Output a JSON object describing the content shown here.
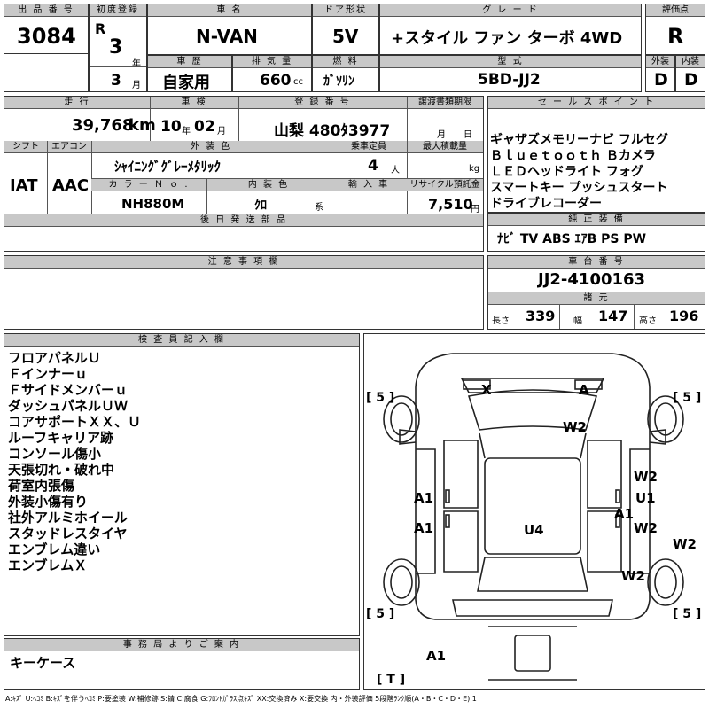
{
  "headers": {
    "lot_no": "出 品 番 号",
    "first_reg": "初度登録",
    "model_name": "車 名",
    "door_type": "ドア形状",
    "grade": "グ レ ー ド",
    "score": "評価点",
    "history": "車 歴",
    "displacement": "排 気 量",
    "fuel": "燃 料",
    "model_code": "型 式",
    "exterior": "外装",
    "interior": "内装",
    "mileage": "走 行",
    "inspection": "車 検",
    "registration": "登 録 番 号",
    "transfer_doc": "譲渡書類期限",
    "sales_points": "セ ー ル ス ポ イ ン ト",
    "shift": "シフト",
    "ac": "エアコン",
    "ext_color": "外 装 色",
    "capacity": "乗車定員",
    "max_load": "最大積載量",
    "color_no": "カ ラ ー Ｎ ｏ .",
    "int_color": "内 装 色",
    "import": "輸 入 車",
    "recycle": "リサイクル預託金",
    "later_parts": "後 日 発 送 部 品",
    "genuine_equip": "純 正 装 備",
    "notes": "注 意 事 項 欄",
    "chassis_no": "車 台 番 号",
    "specs": "諸 元",
    "inspector": "検 査 員 記 入 欄",
    "office_notes": "事 務 局 よ り ご 案 内"
  },
  "vehicle": {
    "lot_no": "3084",
    "era": "R",
    "year": "3",
    "year_unit": "年",
    "month": "3",
    "month_unit": "月",
    "model_name": "N-VAN",
    "doors": "5V",
    "grade": "+スタイル ファン ターボ  4WD",
    "score": "R",
    "history": "自家用",
    "displacement": "660",
    "displacement_unit": "cc",
    "fuel": "ｶﾞｿﾘﾝ",
    "model_code": "5BD-JJ2",
    "exterior_grade": "D",
    "interior_grade": "D",
    "mileage": "39,768",
    "mileage_unit": "km",
    "inspection_year": "10",
    "inspection_year_unit": "年",
    "inspection_month": "02",
    "inspection_month_unit": "月",
    "registration": "山梨  480ﾀ3977",
    "transfer_month_unit": "月",
    "transfer_day_unit": "日",
    "shift": "IAT",
    "ac": "AAC",
    "ext_color": "ｼｬｲﾆﾝｸﾞｸﾞﾚｰﾒﾀﾘｯｸ",
    "capacity": "4",
    "capacity_unit": "人",
    "max_load_unit": "kg",
    "color_no": "NH880M",
    "int_color": "ｸﾛ",
    "int_color_unit": "系",
    "recycle": "7,510",
    "recycle_unit": "円",
    "chassis_no": "JJ2-4100163",
    "length_label": "長さ",
    "length": "339",
    "width_label": "幅",
    "width": "147",
    "height_label": "高さ",
    "height": "196"
  },
  "sales_points": [
    "ギャザズメモリーナビ  フルセグ",
    "Ｂｌｕｅｔｏｏｔｈ  Ｂカメラ",
    "ＬＥＤヘッドライト  フォグ",
    "スマートキー  プッシュスタート",
    "ドライブレコーダー"
  ],
  "genuine_equip": "ﾅﾋﾞ  TV  ABS ｴｱB PS PW",
  "inspector_notes": [
    "フロアパネルＵ",
    "Ｆインナーｕ",
    "Ｆサイドメンバーｕ",
    "ダッシュパネルＵＷ",
    "コアサポートＸＸ、Ｕ",
    "ルーフキャリア跡",
    "コンソール傷小",
    "天張切れ・破れ中",
    "荷室内張傷",
    "外装小傷有り",
    "社外アルミホイール",
    "スタッドレスタイヤ",
    "エンブレム違い",
    "エンブレムＸ"
  ],
  "office_notes": "キーケース",
  "diagram": {
    "tire_brackets": [
      "[ 5 ]",
      "[ 5 ]",
      "[ 5 ]",
      "[ 5 ]"
    ],
    "spare": "[ T ]",
    "marks": [
      "X",
      "A",
      "W2",
      "W2",
      "U1",
      "A1",
      "A1",
      "A1",
      "U4",
      "W2",
      "W2",
      "W2",
      "A1"
    ]
  },
  "legend": "A:ｷｽﾞ U:ﾍｺﾐ B:ｷｽﾞを伴うﾍｺﾐ P:要塗装 W:補修跡 S:錆 C:腐食 G:ﾌﾛﾝﾄｶﾞﾗｽ点ｷｽﾞ XX:交換済み X:要交換  内・外装評価 5段階ﾗﾝｸ順(A・B・C・D・E) 1"
}
